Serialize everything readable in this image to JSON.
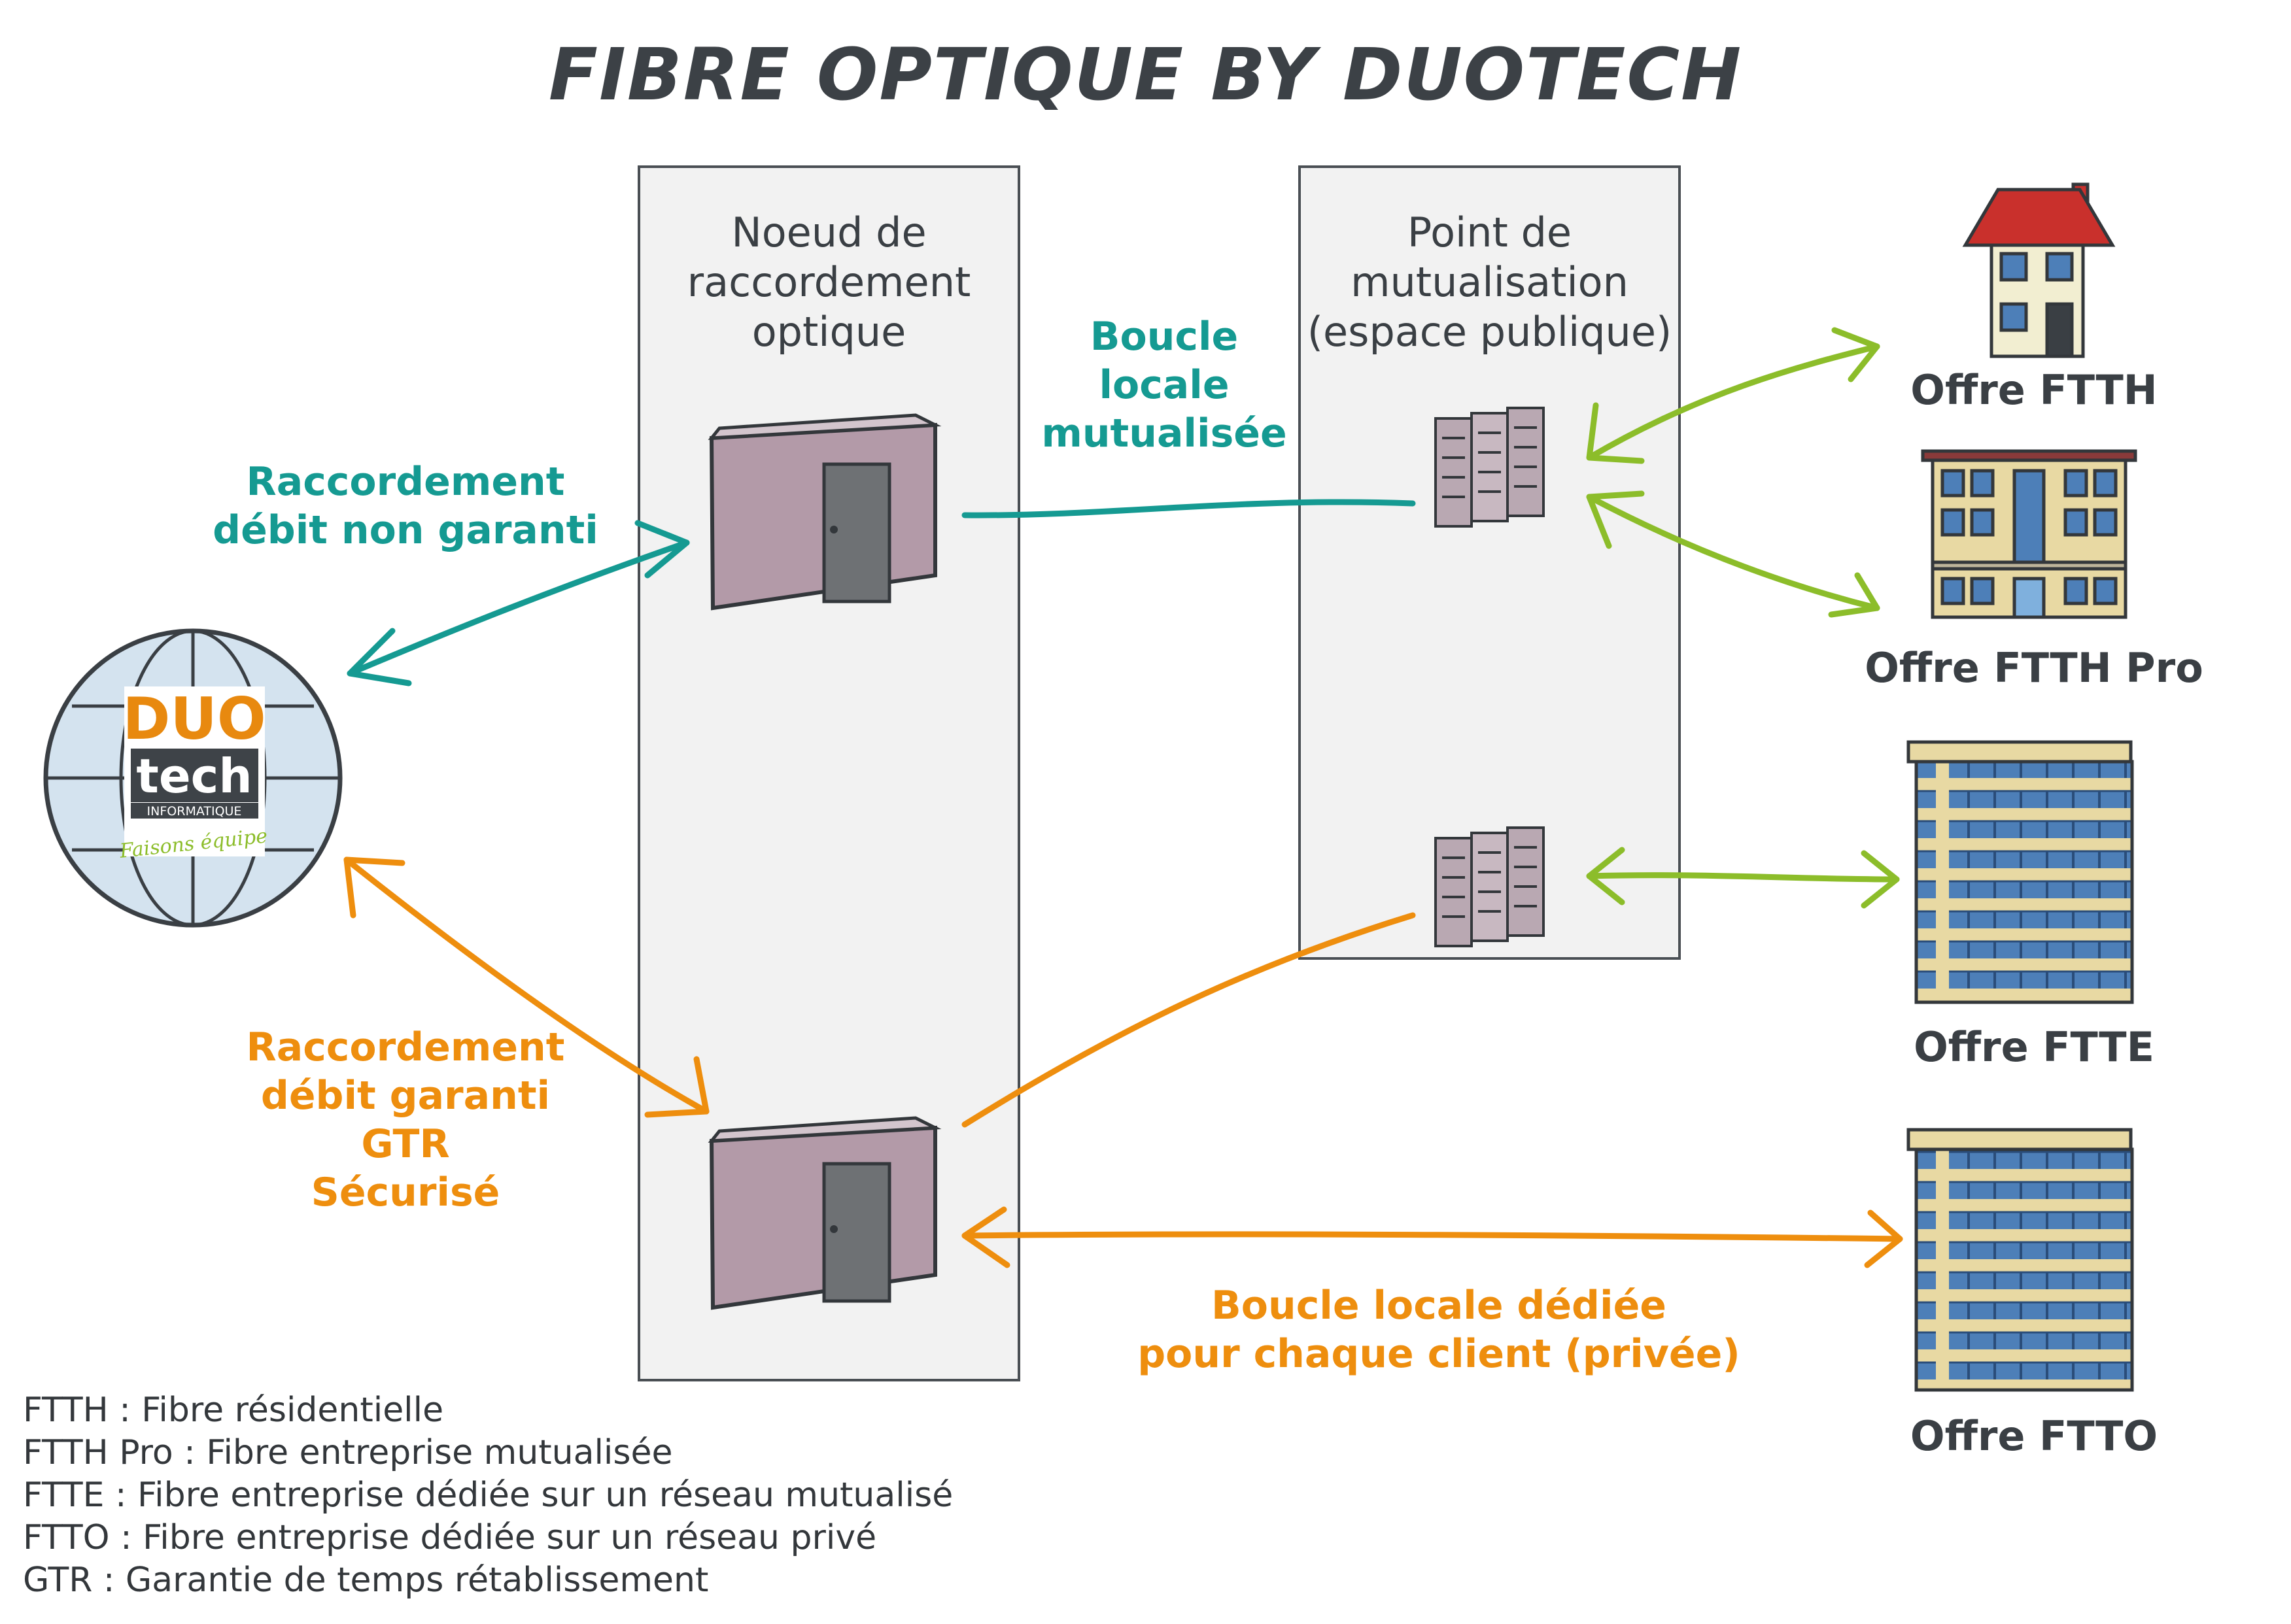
{
  "title": "FIBRE OPTIQUE BY DUOTECH",
  "nro": {
    "title_lines": [
      "Noeud de",
      "raccordement",
      "optique"
    ]
  },
  "pm": {
    "title_lines": [
      "Point de",
      "mutualisation",
      "(espace publique)"
    ]
  },
  "labels": {
    "boucle_mutualisee": [
      "Boucle",
      "locale",
      "mutualisée"
    ],
    "raccordement_non_garanti": [
      "Raccordement",
      "débit non garanti"
    ],
    "raccordement_garanti": [
      "Raccordement",
      "débit garanti",
      "GTR",
      "Sécurisé"
    ],
    "boucle_dediee": [
      "Boucle locale dédiée",
      "pour chaque client (privée)"
    ]
  },
  "offers": {
    "ftth": "Offre FTTH",
    "ftth_pro": "Offre FTTH Pro",
    "ftte": "Offre FTTE",
    "ftto": "Offre FTTO"
  },
  "logo": {
    "brand": "DUO",
    "name": "tech",
    "sub": "INFORMATIQUE",
    "tagline": "Faisons équipe"
  },
  "legend": [
    "FTTH : Fibre résidentielle",
    "FTTH Pro : Fibre entreprise mutualisée",
    "FTTE : Fibre entreprise dédiée sur un réseau mutualisé",
    "FTTO : Fibre entreprise dédiée sur un réseau privé",
    "GTR : Garantie de temps rétablissement"
  ],
  "colors": {
    "teal": "#159a92",
    "orange": "#ee8e0e",
    "green": "#8cbd2a"
  }
}
